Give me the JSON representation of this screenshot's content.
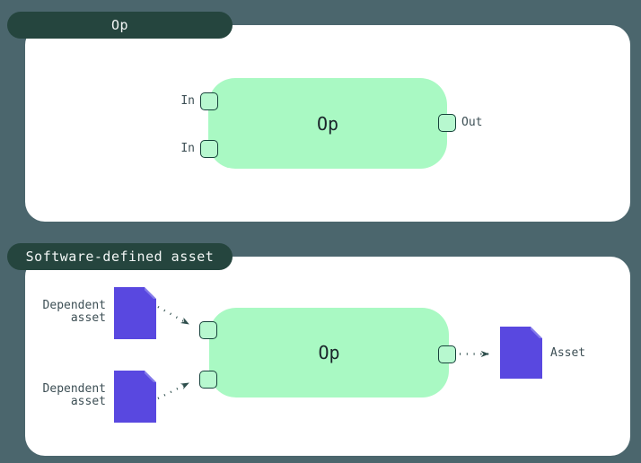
{
  "colors": {
    "background": "#4b666d",
    "pill_bg": "#25453e",
    "pill_text": "#f2f6f5",
    "card_bg": "#ffffff",
    "op_fill": "#a9f9c3",
    "op_text": "#1b262b",
    "port_fill": "#b7f8cf",
    "port_border": "#16423a",
    "label_text": "#3d4f55",
    "asset_fill": "#5948e0",
    "asset_fold": "#837ae9",
    "arrow": "#2e4e4c"
  },
  "panels": [
    {
      "title": "Op",
      "node": {
        "label": "Op",
        "inputs": [
          "In",
          "In"
        ],
        "output": "Out"
      }
    },
    {
      "title": "Software-defined asset",
      "node": {
        "label": "Op"
      },
      "dependent_assets": [
        {
          "label": "Dependent asset"
        },
        {
          "label": "Dependent asset"
        }
      ],
      "output_asset": {
        "label": "Asset"
      }
    }
  ]
}
